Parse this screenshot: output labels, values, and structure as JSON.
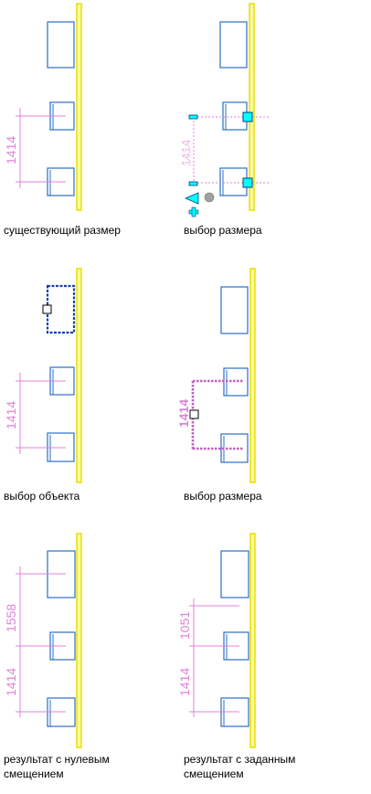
{
  "colors": {
    "wall": "#f5f03c",
    "wall_stroke": "#d8d400",
    "window": "#2a6fc9",
    "dimension": "#e080d8",
    "grip": "#00ffff",
    "grip_stroke": "#004080",
    "selection": "#1a3fae"
  },
  "panels": [
    {
      "caption": "существующий размер",
      "dims": [
        "1414"
      ]
    },
    {
      "caption": "выбор размера",
      "dims": [
        "1414"
      ]
    },
    {
      "caption": "выбор объекта",
      "dims": [
        "1414"
      ]
    },
    {
      "caption": "выбор размера",
      "dims": [
        "1414"
      ]
    },
    {
      "caption": "результат с нулевым\nсмещением",
      "dims": [
        "1558",
        "1414"
      ]
    },
    {
      "caption": "результат с заданным\nсмещением",
      "dims": [
        "1051",
        "1414"
      ]
    }
  ]
}
